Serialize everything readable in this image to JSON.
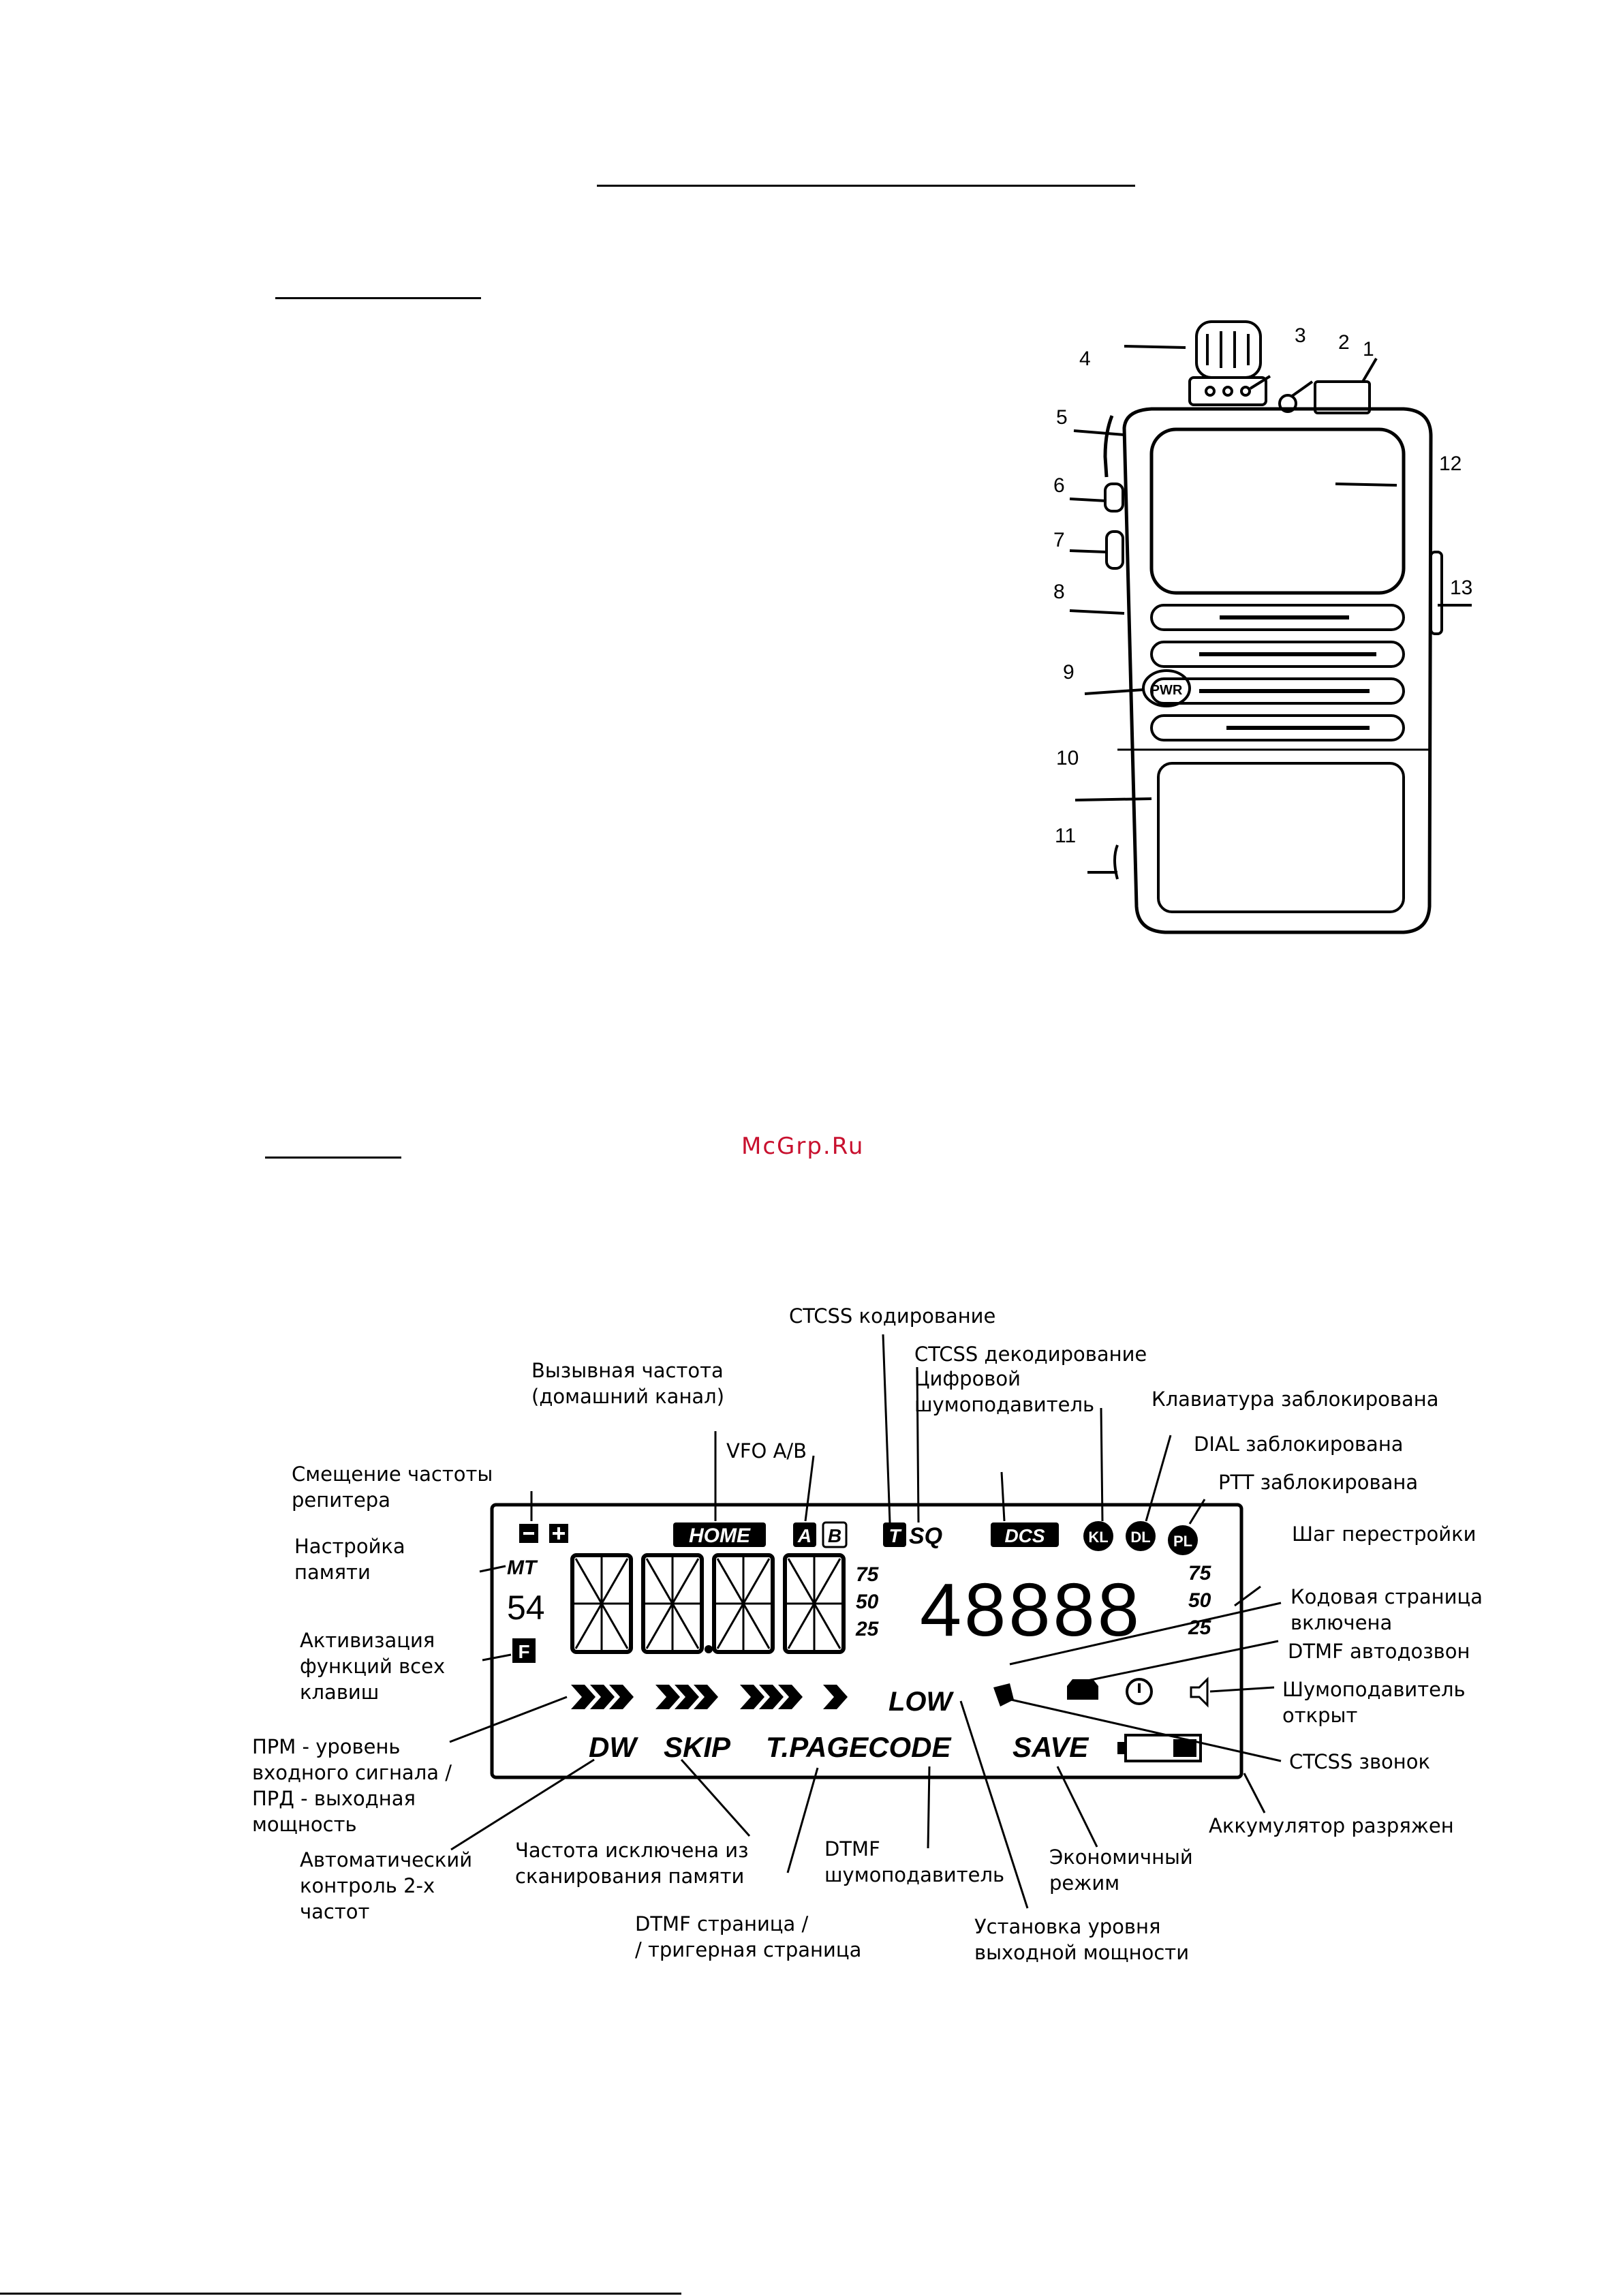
{
  "watermark": "McGrp.Ru",
  "radio_callouts": [
    "1",
    "2",
    "3",
    "4",
    "5",
    "6",
    "7",
    "8",
    "9",
    "10",
    "11",
    "12",
    "13"
  ],
  "pwr_label": "PWR",
  "lcd": {
    "home": "HOME",
    "a": "A",
    "b": "B",
    "t": "T",
    "sq": "SQ",
    "dcs": "DCS",
    "kl": "KL",
    "dl": "DL",
    "pl": "PL",
    "mt": "MT",
    "s4": "54",
    "f": "F",
    "step_left": [
      "75",
      "50",
      "25"
    ],
    "step_right": [
      "75",
      "50",
      "25"
    ],
    "small_digits": "48888",
    "low": "LOW",
    "dw": "DW",
    "skip": "SKIP",
    "tpagecode": "T.PAGECODE",
    "save": "SAVE"
  },
  "labels": {
    "ctcss_enc": "CTCSS кодирование",
    "ctcss_dec": "CTCSS декодирование",
    "digital_sq": "Цифровой\nшумоподавитель",
    "call_freq": "Вызывная частота\n(домашний канал)",
    "kbd_lock": "Клавиатура заблокирована",
    "vfo": "VFO A/B",
    "dial_lock": "DIAL заблокирована",
    "rep_shift": "Смещение частоты\nрепитера",
    "ptt_lock": "PTT заблокирована",
    "step": "Шаг перестройки",
    "mem_tune": "Настройка\nпамяти",
    "code_page": "Кодовая страница\nвключена",
    "activate_f": "Активизация\nфункций всех\nклавиш",
    "dtmf_autodial": "DTMF автодозвон",
    "sq_open": "Шумоподавитель\nоткрыт",
    "ctcss_bell": "CTCSS звонок",
    "rx_tx_level": "ПРМ - уровень\nвходного сигнала /\nПРД - выходная\nмощность",
    "battery_low": "Аккумулятор разряжен",
    "auto_dw": "Автоматический\nконтроль 2-х\nчастот",
    "skip_mem": "Частота исключена из\nсканирования памяти",
    "dtmf_sq": "DTMF\nшумоподавитель",
    "econ": "Экономичный\nрежим",
    "dtmf_page": "DTMF страница /\n/ тригерная страница",
    "power_level": "Установка уровня\nвыходной мощности"
  },
  "colors": {
    "watermark": "#c8102e",
    "ink": "#000000"
  }
}
